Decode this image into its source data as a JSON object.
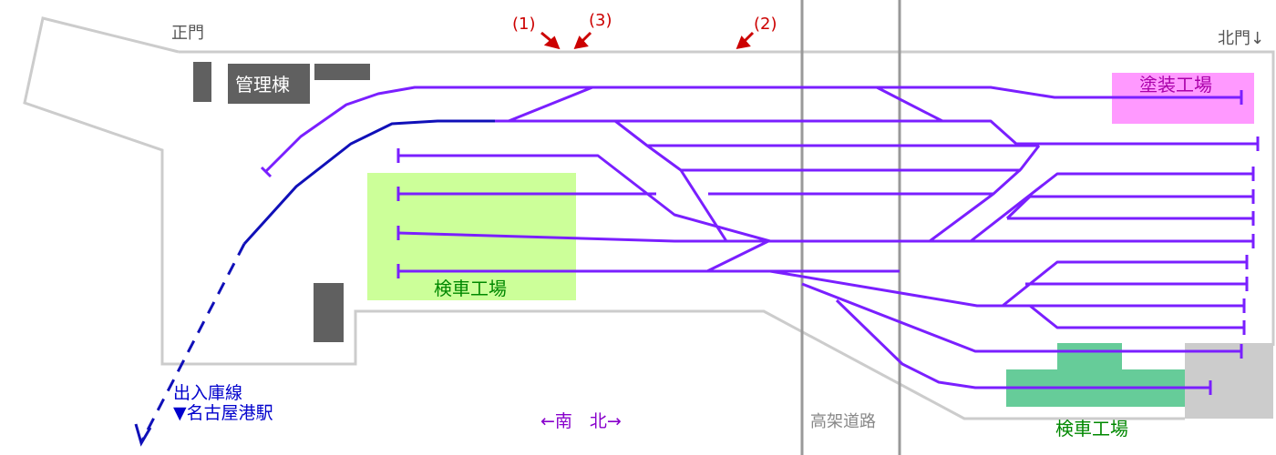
{
  "labels": {
    "main_gate": "正門",
    "north_gate": "北門↓",
    "admin_building": "管理棟",
    "paint_shop": "塗装工場",
    "inspection_shop_west": "検車工場",
    "inspection_shop_east": "検車工場",
    "elevated_road": "高架道路",
    "depot_line": "出入庫線",
    "station": "▼名古屋港駅",
    "direction": "←南　北→",
    "photo_1": "(1)",
    "photo_2": "(2)",
    "photo_3": "(3)"
  },
  "colors": {
    "track": "#7a1fff",
    "depot_line": "#1010b8",
    "boundary": "#cccccc",
    "building": "#606060",
    "paint_shop": "#ff99ff",
    "inspection_west": "#ccff99",
    "inspection_east": "#66cc99",
    "road": "#999999",
    "arrow": "#cc0000",
    "station_text": "#0000cc",
    "inspection_text": "#008800",
    "paint_text": "#aa00aa",
    "direction_text": "#8800cc"
  }
}
